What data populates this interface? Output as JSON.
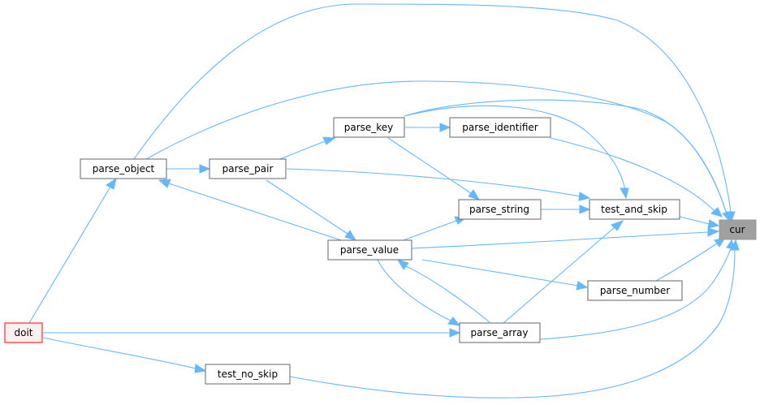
{
  "graph": {
    "nodes": {
      "doit": "doit",
      "parse_object": "parse_object",
      "parse_pair": "parse_pair",
      "parse_key": "parse_key",
      "parse_identifier": "parse_identifier",
      "parse_string": "parse_string",
      "parse_value": "parse_value",
      "test_and_skip": "test_and_skip",
      "parse_number": "parse_number",
      "parse_array": "parse_array",
      "test_no_skip": "test_no_skip",
      "cur": "cur"
    }
  },
  "colors": {
    "edge": "#63b8ff",
    "root_fill": "#a0a0a0",
    "focus_border": "#ff0000",
    "focus_fill": "#fff0f0",
    "node_border": "#666666"
  }
}
